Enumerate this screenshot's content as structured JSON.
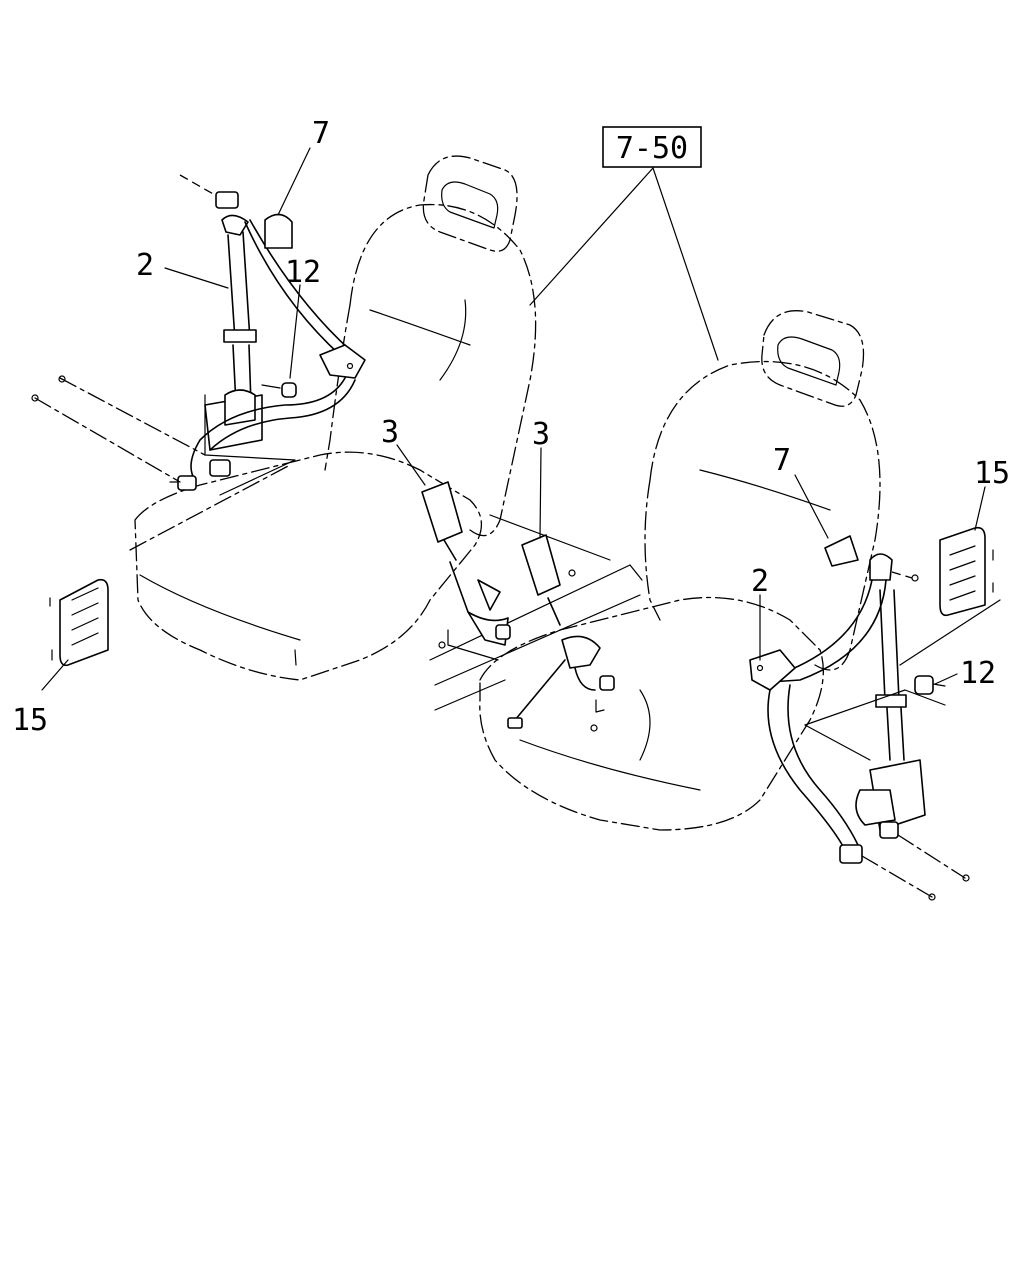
{
  "callouts": {
    "assembly": "7-50",
    "cover_left": "7",
    "belt_left": "2",
    "bolt_left": "12",
    "buckle_left": "3",
    "buckle_right": "3",
    "cover_right": "7",
    "plate_right": "15",
    "belt_right": "2",
    "bolt_right": "12",
    "plate_left": "15"
  }
}
